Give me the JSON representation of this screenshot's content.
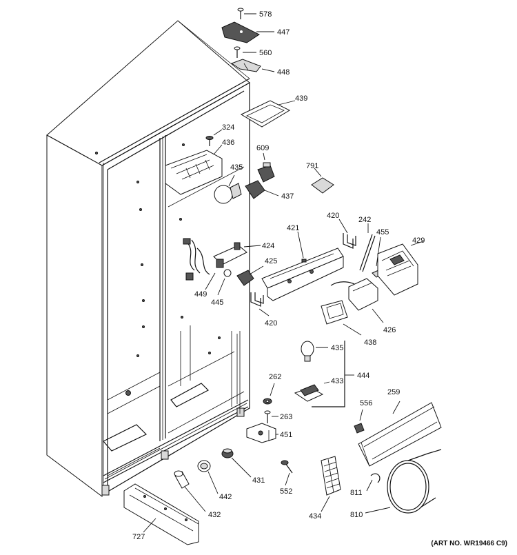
{
  "parts": [
    {
      "id": "p578",
      "label": "578"
    },
    {
      "id": "p447",
      "label": "447"
    },
    {
      "id": "p560",
      "label": "560"
    },
    {
      "id": "p448",
      "label": "448"
    },
    {
      "id": "p439",
      "label": "439"
    },
    {
      "id": "p324",
      "label": "324"
    },
    {
      "id": "p436",
      "label": "436"
    },
    {
      "id": "p609",
      "label": "609"
    },
    {
      "id": "p435a",
      "label": "435"
    },
    {
      "id": "p791",
      "label": "791"
    },
    {
      "id": "p437",
      "label": "437"
    },
    {
      "id": "p420a",
      "label": "420"
    },
    {
      "id": "p242",
      "label": "242"
    },
    {
      "id": "p421",
      "label": "421"
    },
    {
      "id": "p455",
      "label": "455"
    },
    {
      "id": "p429",
      "label": "429"
    },
    {
      "id": "p424",
      "label": "424"
    },
    {
      "id": "p425",
      "label": "425"
    },
    {
      "id": "p449",
      "label": "449"
    },
    {
      "id": "p445",
      "label": "445"
    },
    {
      "id": "p420b",
      "label": "420"
    },
    {
      "id": "p426",
      "label": "426"
    },
    {
      "id": "p438",
      "label": "438"
    },
    {
      "id": "p435b",
      "label": "435"
    },
    {
      "id": "p444",
      "label": "444"
    },
    {
      "id": "p262",
      "label": "262"
    },
    {
      "id": "p433",
      "label": "433"
    },
    {
      "id": "p556",
      "label": "556"
    },
    {
      "id": "p259",
      "label": "259"
    },
    {
      "id": "p263",
      "label": "263"
    },
    {
      "id": "p451",
      "label": "451"
    },
    {
      "id": "p431",
      "label": "431"
    },
    {
      "id": "p442",
      "label": "442"
    },
    {
      "id": "p552",
      "label": "552"
    },
    {
      "id": "p811",
      "label": "811"
    },
    {
      "id": "p432",
      "label": "432"
    },
    {
      "id": "p434",
      "label": "434"
    },
    {
      "id": "p810",
      "label": "810"
    },
    {
      "id": "p727",
      "label": "727"
    }
  ],
  "art_number": "(ART NO. WR19466 C9)"
}
